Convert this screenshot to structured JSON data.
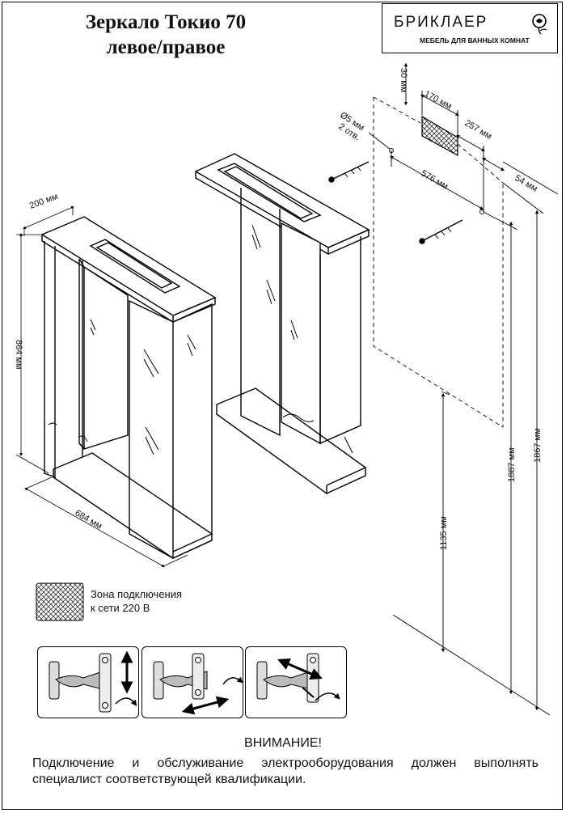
{
  "title": {
    "line1": "Зеркало Токио 70",
    "line2": "левое/правое"
  },
  "brand": {
    "name": "БРИКЛАЕР",
    "subtitle": "МЕБЕЛЬ ДЛЯ ВАННЫХ КОМНАТ"
  },
  "dimensions": {
    "depth": "200 мм",
    "height": "864 мм",
    "width": "684 мм",
    "hole_diameter": "Ø5 мм",
    "hole_count": "2 отв.",
    "zone_top_offset": "30 мм",
    "zone_width": "170 мм",
    "zone_to_hole": "257 мм",
    "hole_to_edge": "54 мм",
    "hole_spacing": "576 мм",
    "zone_height_from_floor": "1135 мм",
    "holes_height_from_floor": "1887 мм",
    "top_height_from_floor": "1867 мм"
  },
  "legend": {
    "line1": "Зона подключения",
    "line2": "к сети 220 В"
  },
  "warning": {
    "title": "ВНИМАНИЕ!",
    "text": "Подключение и обслуживание электрооборудования должен выполнять специалист соответствующей квалификации."
  },
  "icons": [
    "rose-logo-icon",
    "screw-icon",
    "hinge-icon",
    "arrow-icon"
  ]
}
